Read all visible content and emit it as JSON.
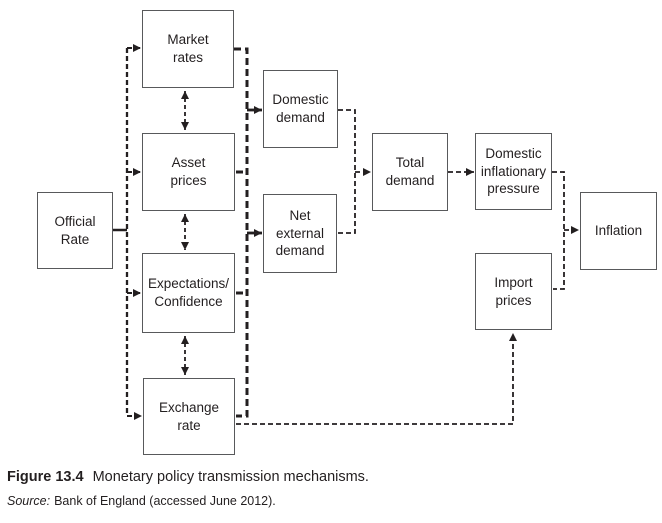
{
  "diagram": {
    "title_semantic": "Monetary policy transmission mechanisms flowchart",
    "nodes": {
      "official_rate": {
        "label": "Official\nRate"
      },
      "market_rates": {
        "label": "Market\nrates"
      },
      "asset_prices": {
        "label": "Asset\nprices"
      },
      "expectations_confidence": {
        "label": "Expectations/\nConfidence"
      },
      "exchange_rate": {
        "label": "Exchange\nrate"
      },
      "domestic_demand": {
        "label": "Domestic\ndemand"
      },
      "net_external_demand": {
        "label": "Net\nexternal\ndemand"
      },
      "total_demand": {
        "label": "Total\ndemand"
      },
      "domestic_inflationary_pressure": {
        "label": "Domestic\ninflationary\npressure"
      },
      "import_prices": {
        "label": "Import\nprices"
      },
      "inflation": {
        "label": "Inflation"
      }
    },
    "edges": [
      {
        "from": "official_rate",
        "to": "market_rates",
        "style": "dashed",
        "bidirectional": false
      },
      {
        "from": "official_rate",
        "to": "asset_prices",
        "style": "dashed",
        "bidirectional": false
      },
      {
        "from": "official_rate",
        "to": "expectations_confidence",
        "style": "dashed",
        "bidirectional": false
      },
      {
        "from": "official_rate",
        "to": "exchange_rate",
        "style": "dashed",
        "bidirectional": false
      },
      {
        "from": "market_rates",
        "to": "asset_prices",
        "style": "dashed",
        "bidirectional": true
      },
      {
        "from": "asset_prices",
        "to": "expectations_confidence",
        "style": "dashed",
        "bidirectional": true
      },
      {
        "from": "expectations_confidence",
        "to": "exchange_rate",
        "style": "dashed",
        "bidirectional": true
      },
      {
        "from": "market_rates",
        "to": "domestic_demand",
        "style": "dashed-trunk",
        "bidirectional": false
      },
      {
        "from": "asset_prices",
        "to": "domestic_demand",
        "style": "dashed-trunk",
        "bidirectional": false
      },
      {
        "from": "expectations_confidence",
        "to": "net_external_demand",
        "style": "dashed-trunk",
        "bidirectional": false
      },
      {
        "from": "exchange_rate",
        "to": "net_external_demand",
        "style": "dashed-trunk",
        "bidirectional": false
      },
      {
        "from": "domestic_demand",
        "to": "total_demand",
        "style": "dashed",
        "bidirectional": false
      },
      {
        "from": "net_external_demand",
        "to": "total_demand",
        "style": "dashed",
        "bidirectional": false
      },
      {
        "from": "total_demand",
        "to": "domestic_inflationary_pressure",
        "style": "dashed",
        "bidirectional": false
      },
      {
        "from": "domestic_inflationary_pressure",
        "to": "inflation",
        "style": "dashed",
        "bidirectional": false
      },
      {
        "from": "import_prices",
        "to": "inflation",
        "style": "dashed",
        "bidirectional": false
      },
      {
        "from": "exchange_rate",
        "to": "import_prices",
        "style": "dashed",
        "bidirectional": false
      }
    ]
  },
  "figure": {
    "caption_label": "Figure 13.4",
    "caption_text": "Monetary policy transmission mechanisms.",
    "source_label": "Source:",
    "source_text": "Bank of England (accessed June 2012)."
  },
  "colors": {
    "line": "#231f20",
    "box_border": "#58595b",
    "text": "#231f20",
    "background": "#ffffff"
  }
}
